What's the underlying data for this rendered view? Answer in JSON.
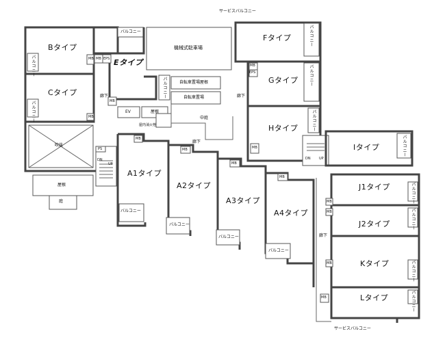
{
  "labels": {
    "service_balcony_top": "サービスバルコニー",
    "service_balcony_bottom": "サービスバルコニー",
    "type_b": "Bタイプ",
    "type_c": "Cタイプ",
    "type_e": "Eタイプ",
    "type_f": "Fタイプ",
    "type_g": "Gタイプ",
    "type_h": "Hタイプ",
    "type_i": "Iタイプ",
    "type_a1": "A1タイプ",
    "type_a2": "A2タイプ",
    "type_a3": "A3タイプ",
    "type_a4": "A4タイプ",
    "type_j1": "J1タイプ",
    "type_j2": "J2タイプ",
    "type_k": "Kタイプ",
    "type_l": "Lタイプ",
    "parking": "機械式駐車場",
    "bike_roof": "自転車置場屋根",
    "bike": "自転車置場",
    "courtyard": "中庭",
    "fukinuke": "吹抜",
    "yane_left": "屋根",
    "yane_center": "屋根",
    "niwa": "庭",
    "ev": "EV",
    "balcony": "バルコニー",
    "corridor": "廊下",
    "mb": "MB",
    "eps": "EPS",
    "ps": "PS",
    "up": "UP",
    "dn": "DN",
    "haishi": "屋内消火栓"
  }
}
